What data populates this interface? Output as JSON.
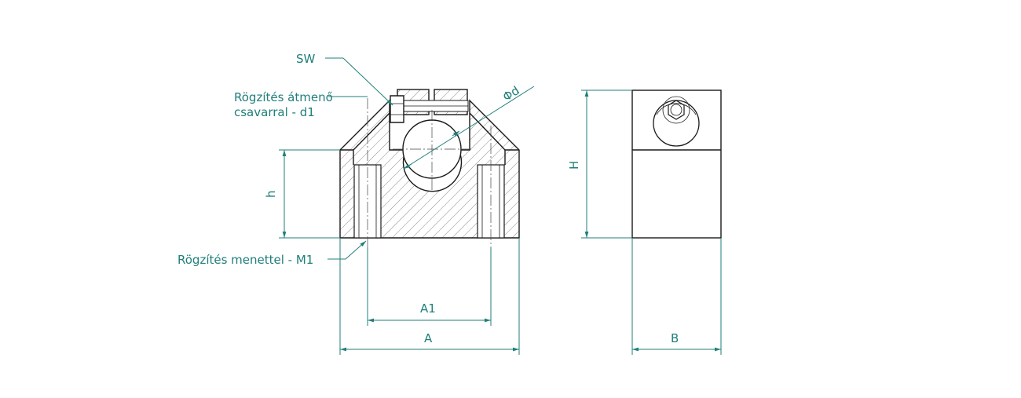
{
  "labels": {
    "sw": "SW",
    "d1_line1": "Rögzítés átmenő",
    "d1_line2": "csavarral - d1",
    "m1": "Rögzítés menettel - M1",
    "h": "h",
    "phi_d": "Φd",
    "a1": "A1",
    "a": "A",
    "big_h": "H",
    "b": "B"
  },
  "colors": {
    "dimension": "#1f7f7a",
    "object": "#1a1a1a"
  }
}
